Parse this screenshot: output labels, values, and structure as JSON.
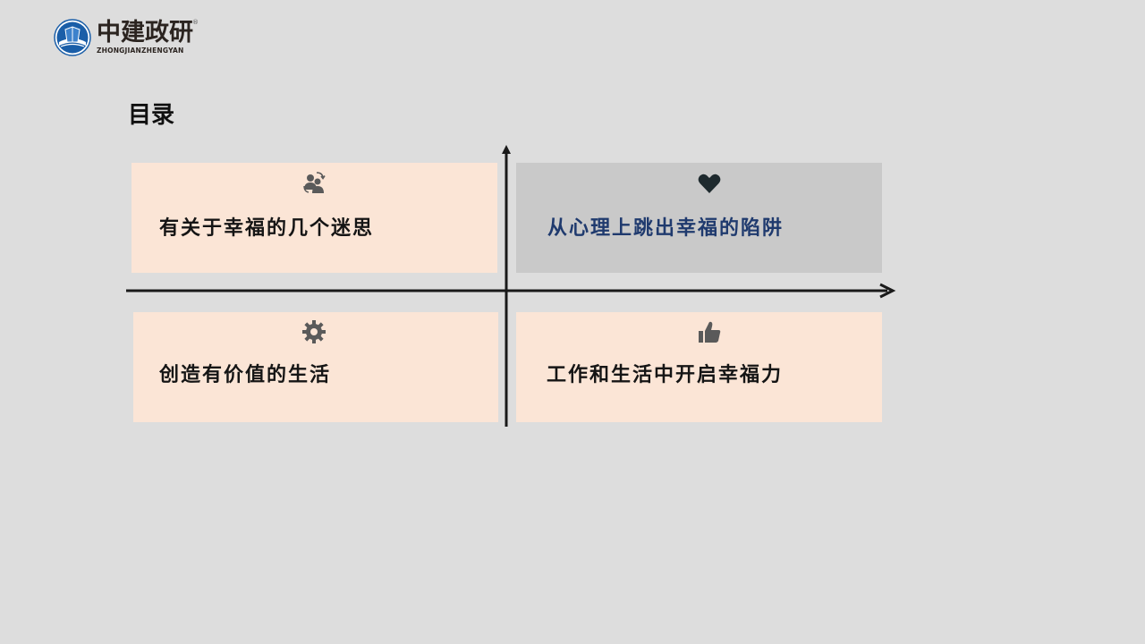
{
  "brand": {
    "name_cn": "中建政研",
    "name_en": "ZHONGJIANZHENGYAN",
    "registered": "®",
    "color": "#1a5ea8"
  },
  "page": {
    "title": "目录"
  },
  "quadrants": [
    {
      "label": "有关于幸福的几个迷思",
      "icon": "users-swap-icon"
    },
    {
      "label": "从心理上跳出幸福的陷阱",
      "icon": "heart-icon"
    },
    {
      "label": "创造有价值的生活",
      "icon": "gear-icon"
    },
    {
      "label": "工作和生活中开启幸福力",
      "icon": "thumbs-up-icon"
    }
  ],
  "colors": {
    "background": "#dddddd",
    "card_peach": "#fbe5d6",
    "card_gray": "#c9c9c9",
    "highlight_text": "#1f3a6e",
    "icon": "#5a5a5a",
    "axis": "#1a1a1a"
  }
}
